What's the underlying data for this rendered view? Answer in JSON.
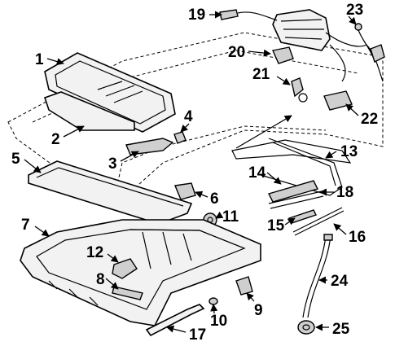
{
  "callouts": [
    {
      "id": "1",
      "text": "1"
    },
    {
      "id": "2",
      "text": "2"
    },
    {
      "id": "3",
      "text": "3"
    },
    {
      "id": "4",
      "text": "4"
    },
    {
      "id": "5",
      "text": "5"
    },
    {
      "id": "6",
      "text": "6"
    },
    {
      "id": "7",
      "text": "7"
    },
    {
      "id": "8",
      "text": "8"
    },
    {
      "id": "9",
      "text": "9"
    },
    {
      "id": "10",
      "text": "10"
    },
    {
      "id": "11",
      "text": "11"
    },
    {
      "id": "12",
      "text": "12"
    },
    {
      "id": "13",
      "text": "13"
    },
    {
      "id": "14",
      "text": "14"
    },
    {
      "id": "15",
      "text": "15"
    },
    {
      "id": "16",
      "text": "16"
    },
    {
      "id": "17",
      "text": "17"
    },
    {
      "id": "18",
      "text": "18"
    },
    {
      "id": "19",
      "text": "19"
    },
    {
      "id": "20",
      "text": "20"
    },
    {
      "id": "21",
      "text": "21"
    },
    {
      "id": "22",
      "text": "22"
    },
    {
      "id": "23",
      "text": "23"
    },
    {
      "id": "24",
      "text": "24"
    },
    {
      "id": "25",
      "text": "25"
    }
  ],
  "colors": {
    "line": "#000000",
    "background": "#ffffff",
    "part_fill": "#f2f2f2",
    "part_shade": "#cfcfcf"
  }
}
